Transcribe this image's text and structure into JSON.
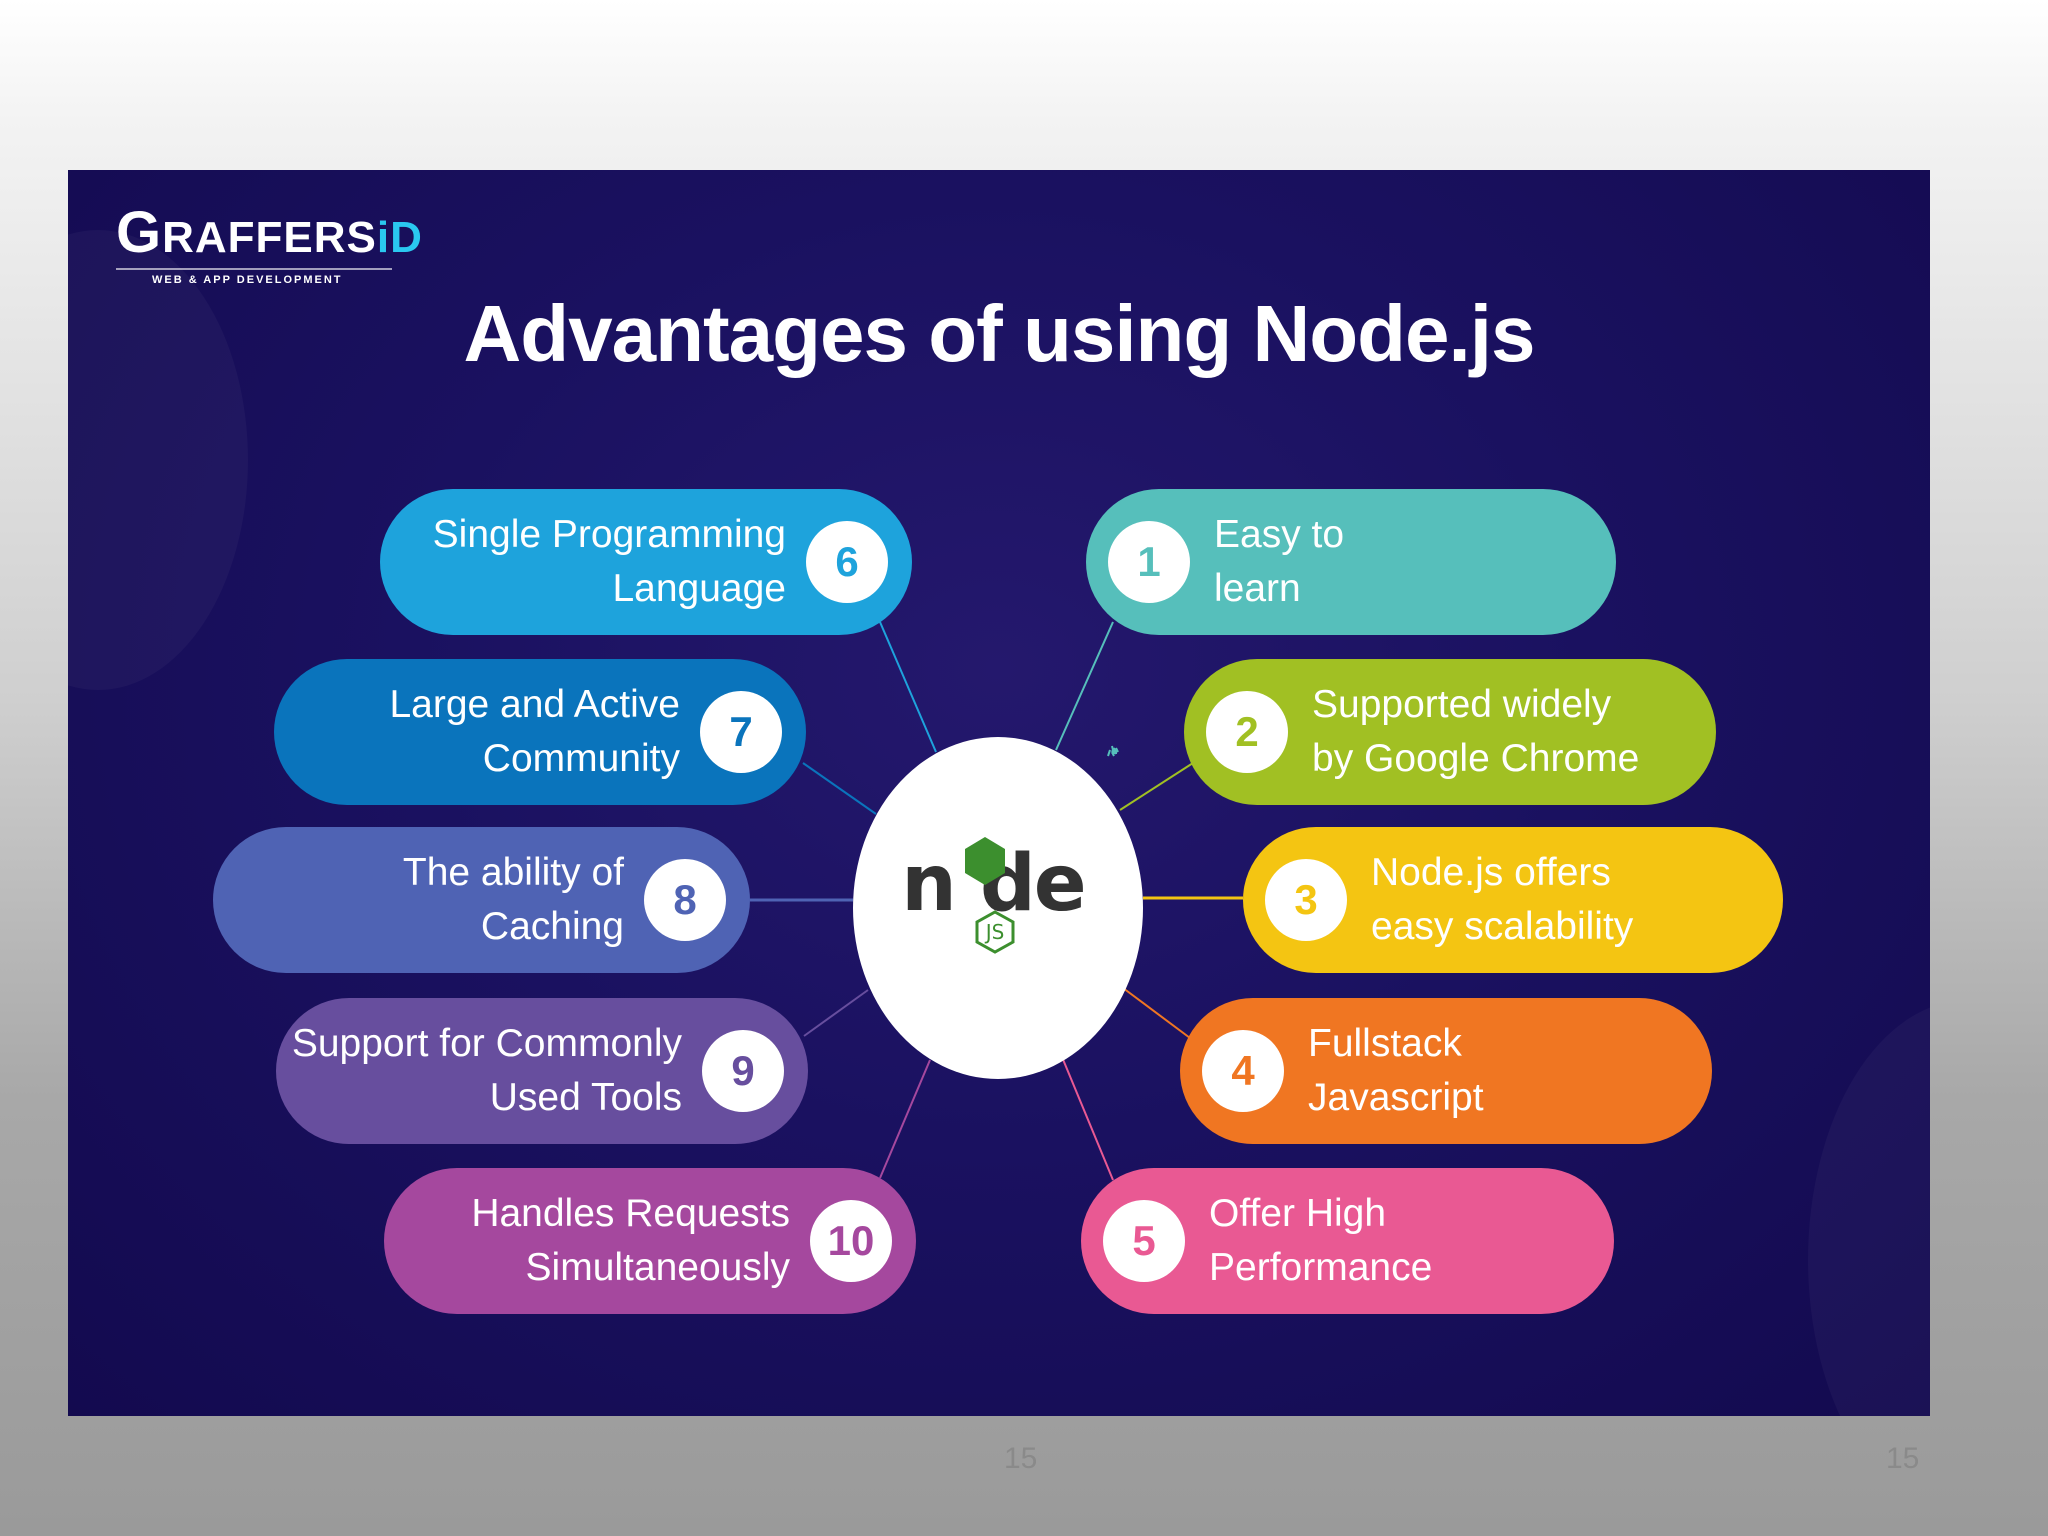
{
  "logo": {
    "initial": "G",
    "text": "RAFFERS",
    "accent": "iD",
    "tagline": "WEB & APP DEVELOPMENT"
  },
  "title": "Advantages of using Node.js",
  "hub": {
    "logo_word": "node",
    "logo_badge": "JS"
  },
  "items": [
    {
      "num": "1",
      "label": "Easy to\nlearn",
      "color": "#56bfbb"
    },
    {
      "num": "2",
      "label": "Supported widely\nby Google Chrome",
      "color": "#a1c023"
    },
    {
      "num": "3",
      "label": "Node.js offers\neasy scalability",
      "color": "#f4c512"
    },
    {
      "num": "4",
      "label": "Fullstack\nJavascript",
      "color": "#f07622"
    },
    {
      "num": "5",
      "label": "Offer High\nPerformance",
      "color": "#e95993"
    },
    {
      "num": "6",
      "label": "Single Programming\nLanguage",
      "color": "#1ea3dc"
    },
    {
      "num": "7",
      "label": "Large and Active\nCommunity",
      "color": "#0a74bc"
    },
    {
      "num": "8",
      "label": "The ability of\nCaching",
      "color": "#4f63b4"
    },
    {
      "num": "9",
      "label": "Support for Commonly\nUsed Tools",
      "color": "#674e9e"
    },
    {
      "num": "10",
      "label": "Handles Requests\nSimultaneously",
      "color": "#a5489e"
    }
  ],
  "page_numbers": {
    "center": "15",
    "right": "15"
  }
}
